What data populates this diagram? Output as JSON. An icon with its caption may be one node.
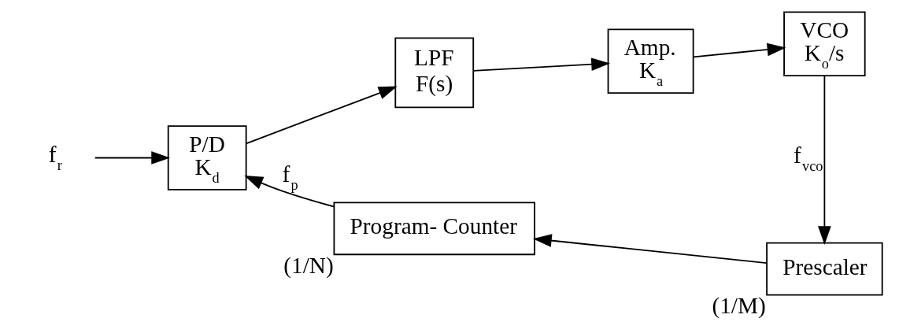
{
  "diagram": {
    "nodes": [
      {
        "text": [
          "f$_{r}$"
        ]
      },
      {
        "text": [
          "P/D",
          "K$_{d}$"
        ]
      },
      {
        "text": [
          "LPF",
          "F(s)"
        ]
      },
      {
        "text": [
          "Amp.",
          "K$_{a}$"
        ]
      },
      {
        "text": [
          "VCO",
          "K$_{o}$/s"
        ]
      },
      {
        "text": [
          "Prescaler"
        ],
        "beside": [
          "(1/M)"
        ]
      },
      {
        "text": [
          "Program- Counter"
        ],
        "beside": [
          "(1/N)"
        ]
      }
    ],
    "edges": [
      {
        "from": 0,
        "to": 1,
        "arrow": "to"
      },
      {
        "from": 1,
        "to": 2,
        "arrow": "to"
      },
      {
        "from": 2,
        "to": 3,
        "arrow": "to"
      },
      {
        "from": 3,
        "to": 4,
        "arrow": "to"
      },
      {
        "from": 4,
        "to": 5,
        "arrow": "to",
        "label": "f$_{vco}$"
      },
      {
        "from": 5,
        "to": 6,
        "arrow": "to"
      },
      {
        "from": 6,
        "to": 1,
        "arrow": "to",
        "label": "f$_{p}$"
      }
    ]
  }
}
